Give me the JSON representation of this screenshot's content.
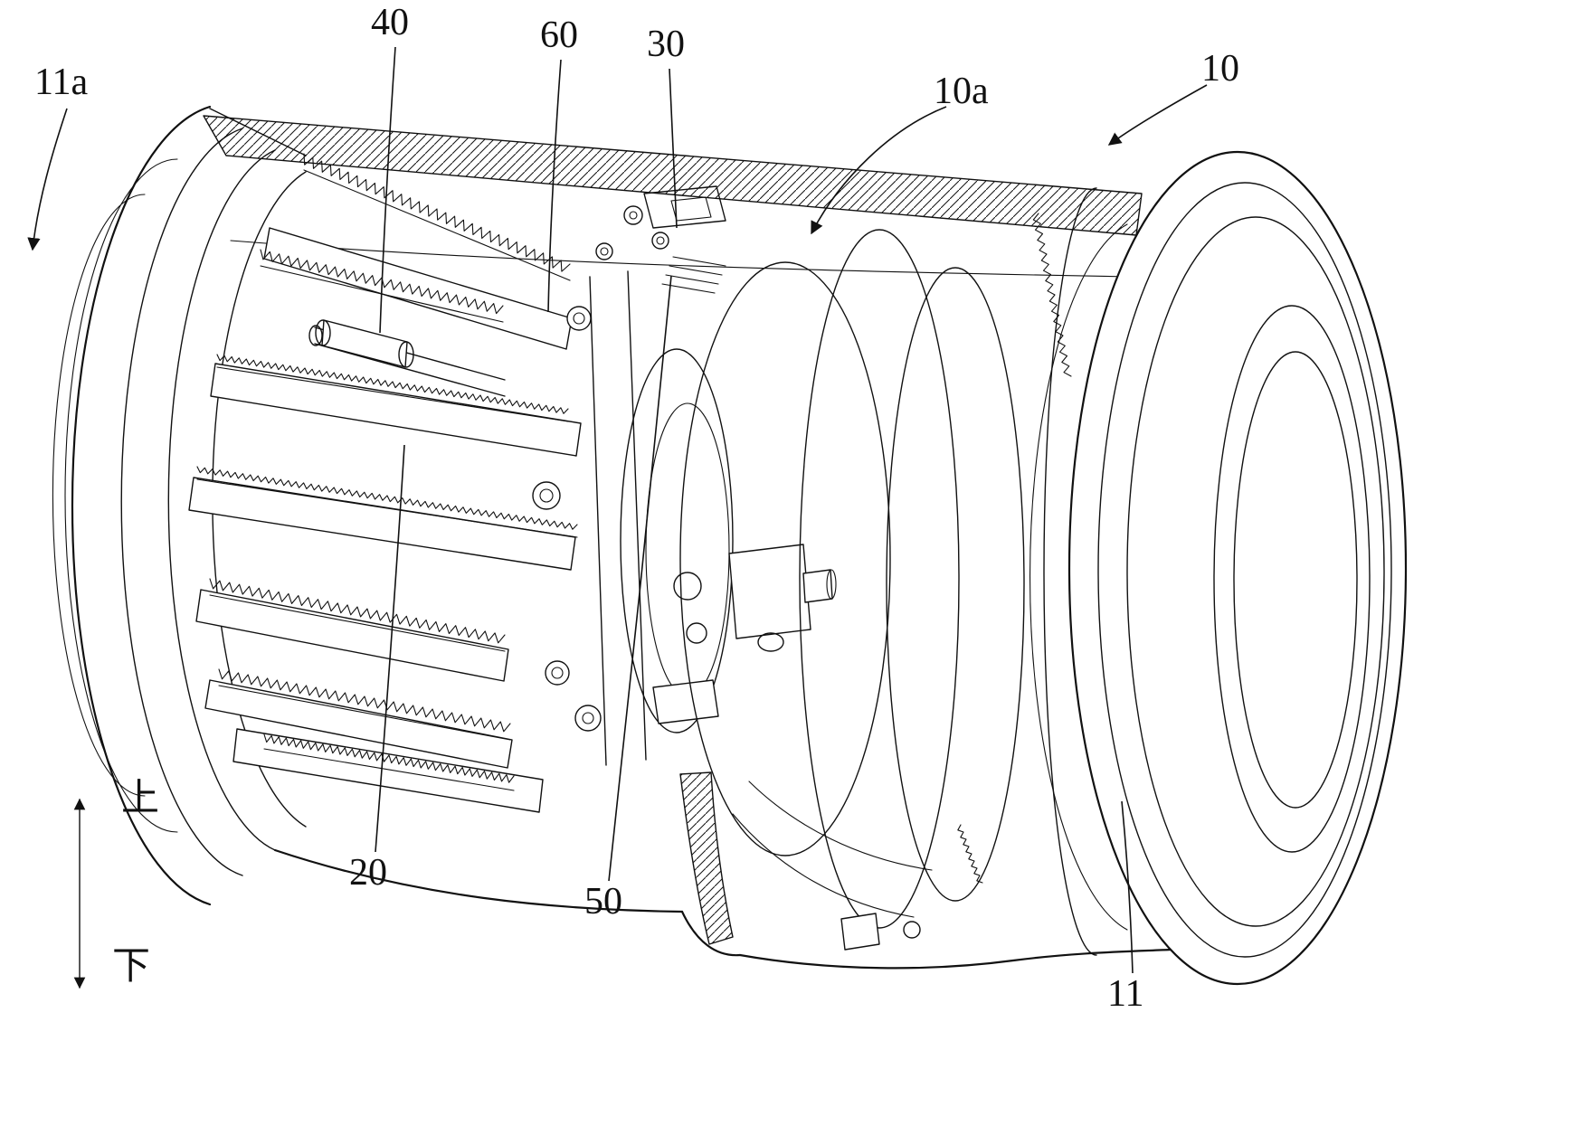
{
  "figure": {
    "type": "patent-line-drawing",
    "subject": "cutaway perspective view of a cylindrical lens/barrel assembly",
    "stroke_color": "#111111",
    "background_color": "#ffffff"
  },
  "reference_labels": {
    "ref_11a": "11a",
    "ref_40": "40",
    "ref_60": "60",
    "ref_30": "30",
    "ref_10a": "10a",
    "ref_10": "10",
    "ref_20": "20",
    "ref_50": "50",
    "ref_11": "11"
  },
  "orientation_indicator": {
    "up_label": "上",
    "down_label": "下"
  }
}
